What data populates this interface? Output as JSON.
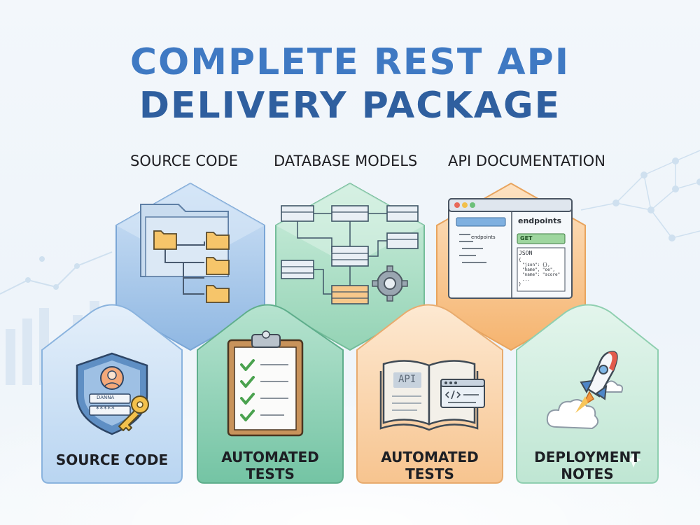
{
  "title": {
    "line1": "COMPLETE REST API",
    "line2": "DELIVERY PACKAGE"
  },
  "top_sections": [
    {
      "label": "SOURCE CODE"
    },
    {
      "label": "DATABASE MODELS"
    },
    {
      "label": "API DOCUMENTATION"
    }
  ],
  "api_doc_window": {
    "heading": "endpoints",
    "sidebar_item": "endpoints",
    "method": "GET",
    "body_label": "JSON",
    "json_lines": [
      "{",
      "\"json\": {},",
      "\"hame\", \"oe\",",
      "\"name\": \"score\"",
      "...",
      "}"
    ]
  },
  "bottom_cards": [
    {
      "line1": "SOURCE CODE",
      "line2": "",
      "field_text": "DANNA",
      "password_mask": "*****"
    },
    {
      "line1": "AUTOMATED",
      "line2": "TESTS"
    },
    {
      "line1": "AUTOMATED",
      "line2": "TESTS",
      "book_text": "API"
    },
    {
      "line1": "DEPLOYMENT",
      "line2": "NOTES"
    }
  ],
  "colors": {
    "blue": "#9cc3ea",
    "green": "#a6dcc3",
    "orange": "#f7c48c",
    "title_blue": "#3f79c3"
  },
  "icons": [
    "folder-icon",
    "database-table-icon",
    "gear-icon",
    "browser-window-icon",
    "shield-icon",
    "user-icon",
    "key-icon",
    "clipboard-icon",
    "checkmark-icon",
    "book-icon",
    "code-icon",
    "rocket-icon",
    "cloud-icon"
  ]
}
